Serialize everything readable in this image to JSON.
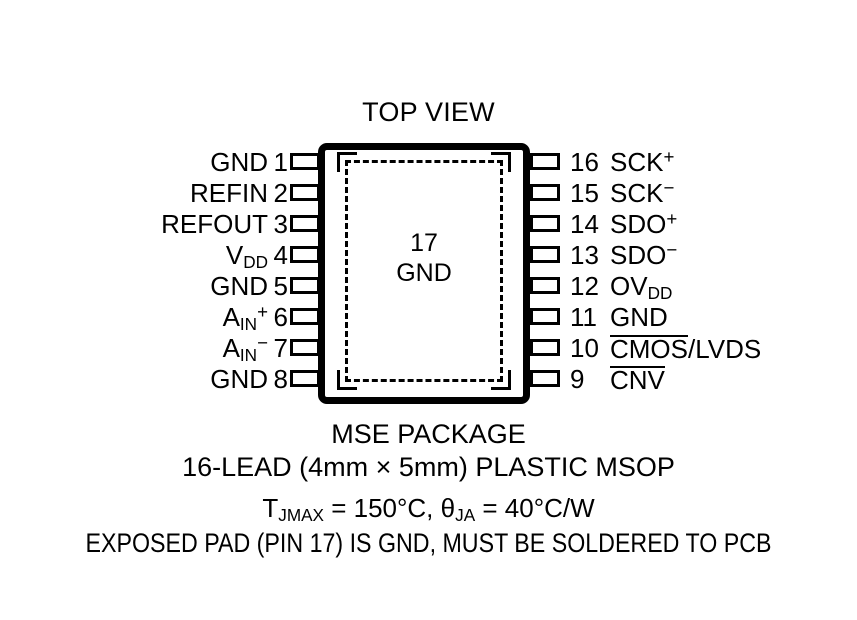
{
  "diagram": {
    "title": "TOP VIEW",
    "center_pad": {
      "pin_number": "17",
      "net": "GND"
    }
  },
  "pins": {
    "left": [
      {
        "number": "1",
        "name": "GND"
      },
      {
        "number": "2",
        "name": "REFIN"
      },
      {
        "number": "3",
        "name": "REFOUT"
      },
      {
        "number": "4",
        "name": "VDD"
      },
      {
        "number": "5",
        "name": "GND"
      },
      {
        "number": "6",
        "name": "AIN+"
      },
      {
        "number": "7",
        "name": "AIN-"
      },
      {
        "number": "8",
        "name": "GND"
      }
    ],
    "right": [
      {
        "number": "16",
        "name": "SCK+"
      },
      {
        "number": "15",
        "name": "SCK-"
      },
      {
        "number": "14",
        "name": "SDO+"
      },
      {
        "number": "13",
        "name": "SDO-"
      },
      {
        "number": "12",
        "name": "OVDD"
      },
      {
        "number": "11",
        "name": "GND"
      },
      {
        "number": "10",
        "name": "CMOS/LVDS"
      },
      {
        "number": "9",
        "name": "CNV"
      }
    ]
  },
  "pin_numbers": {
    "left": {
      "p1": "1",
      "p2": "2",
      "p3": "3",
      "p4": "4",
      "p5": "5",
      "p6": "6",
      "p7": "7",
      "p8": "8"
    },
    "right": {
      "p16": "16",
      "p15": "15",
      "p14": "14",
      "p13": "13",
      "p12": "12",
      "p11": "11",
      "p10": "10",
      "p9": "9"
    }
  },
  "pin_name_parts": {
    "gnd": "GND",
    "refin": "REFIN",
    "refout": "REFOUT",
    "v": "V",
    "dd": "DD",
    "a": "A",
    "in": "IN",
    "plus": "+",
    "minus": "−",
    "sck": "SCK",
    "sdo": "SDO",
    "ov": "OV",
    "cmos": "CMOS",
    "slash_lvds": "/LVDS",
    "cnv": "CNV"
  },
  "caption": {
    "package": "MSE PACKAGE",
    "lead": "16-LEAD (4mm × 5mm) PLASTIC MSOP",
    "thermal_t": "T",
    "thermal_t_sub": "JMAX",
    "thermal_t_val": " = 150°C, ",
    "thermal_theta": "θ",
    "thermal_theta_sub": "JA",
    "thermal_theta_val": " = 40°C/W",
    "exposed": "EXPOSED PAD (PIN 17) IS GND, MUST BE SOLDERED TO PCB"
  },
  "colors": {
    "ink": "#000000",
    "background": "#ffffff"
  }
}
